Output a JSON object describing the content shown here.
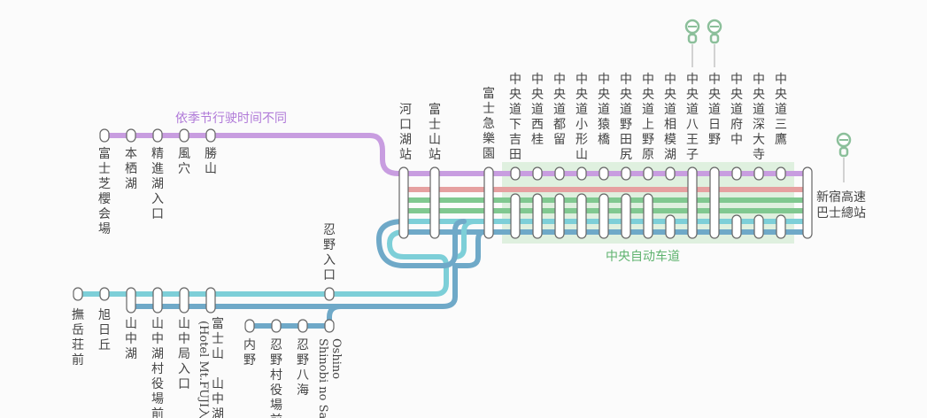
{
  "colors": {
    "purple": "#c89de0",
    "red": "#e6a0a0",
    "green": "#80c890",
    "cyan": "#7dcfd8",
    "blue": "#6fa9c8",
    "expressway_bg": "#dff0df",
    "text": "#444444",
    "note_purple": "#b07ad8",
    "note_green": "#5fb36f"
  },
  "labels": {
    "seasonal_note": "依季节行驶时间不同",
    "expressway": "中央自动车道",
    "terminal": [
      "新宿高速",
      "巴士總站"
    ]
  },
  "stops": {
    "west_purple": [
      "富士芝櫻会場",
      "本栖湖",
      "精進湖入口",
      "風穴",
      "勝山"
    ],
    "kawaguchiko": "河口湖站",
    "fujisan": "富士山站",
    "fujikyu": "富士急樂園",
    "chuo": [
      "中央道下吉田",
      "中央道西桂",
      "中央道都留",
      "中央道小形山",
      "中央道猿橋",
      "中央道野田尻",
      "中央道上野原",
      "中央道相模湖",
      "中央道八王子",
      "中央道日野",
      "中央道府中",
      "中央道深大寺",
      "中央道三鷹"
    ],
    "oshino_entrance": "忍野入口",
    "south_cyan": [
      "撫岳荘前",
      "旭日丘"
    ],
    "south_lake": [
      "山中湖",
      "山中湖村役場前",
      "山中局入口"
    ],
    "fujisan_yamanakako": "富士山 山中湖",
    "fujisan_yamanakako_sub": "(Hotel Mt.FUJI入口)",
    "oshino_branch": [
      "内野",
      "忍野村役場前",
      "忍野八海"
    ],
    "oshino_last": "Oshino",
    "oshino_last_2": "Shinobi no Sato"
  },
  "icons": [
    "train-icon",
    "train-icon",
    "train-icon"
  ]
}
